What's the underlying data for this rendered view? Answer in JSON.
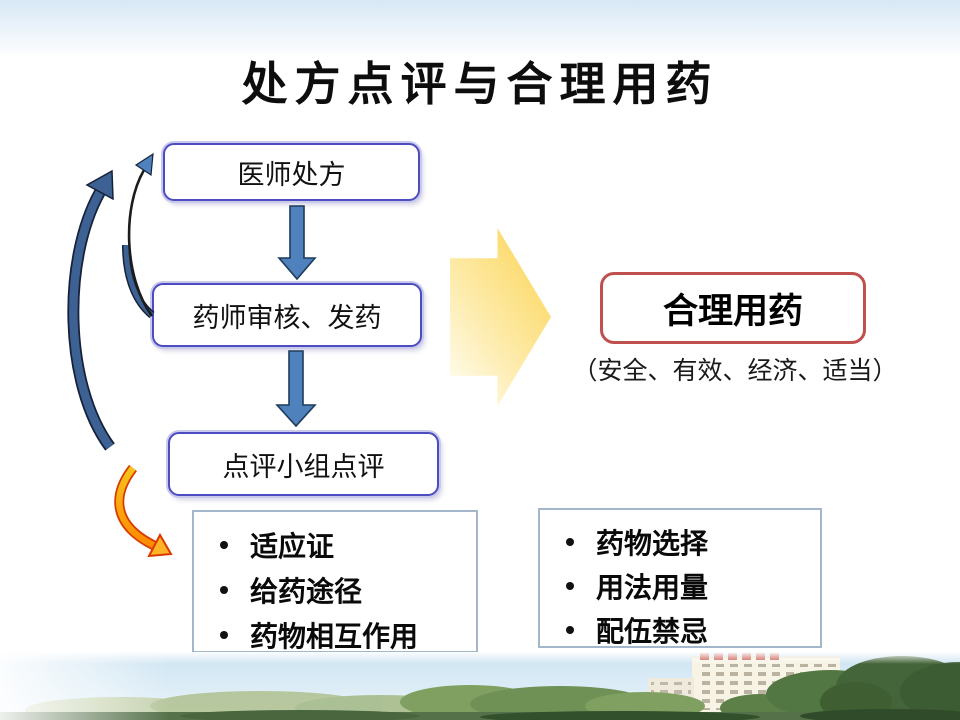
{
  "title": "处方点评与合理用药",
  "flow": {
    "step1": "医师处方",
    "step2": "药师审核、发药",
    "step3": "点评小组点评"
  },
  "result": {
    "label": "合理用药",
    "note": "（安全、有效、经济、适当）"
  },
  "review_left": {
    "items": [
      "适应证",
      "给药途径",
      "药物相互作用"
    ]
  },
  "review_right": {
    "items": [
      "药物选择",
      "用法用量",
      "配伍禁忌"
    ]
  },
  "colors": {
    "flow_box_border": "#4C4CC0",
    "arrow_blue": "#4F81BD",
    "result_border": "#C0504D",
    "big_arrow_gold": "#FBD24E",
    "orange_arrow": "#FFA420",
    "list_box_border": "#A3B6CA"
  }
}
